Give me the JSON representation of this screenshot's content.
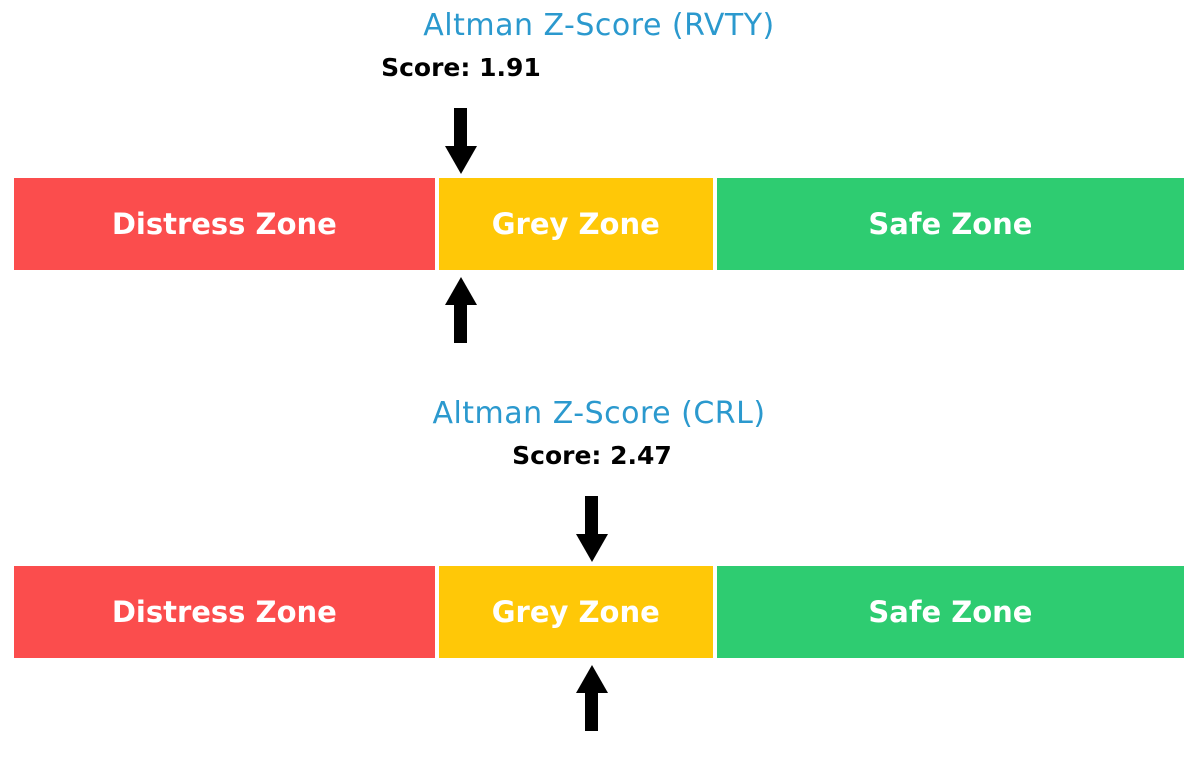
{
  "page": {
    "background": "#ffffff"
  },
  "chart_data": [
    {
      "type": "zone-indicator",
      "title": "Altman Z-Score (RVTY)",
      "title_color": "#2B99CE",
      "score": 1.91,
      "score_label": "Score: 1.91",
      "axis_range": [
        0,
        5
      ],
      "marker_color": "#000000",
      "zones": [
        {
          "label": "Distress Zone",
          "from": 0,
          "to": 1.81,
          "color": "#FB4D4D"
        },
        {
          "label": "Grey Zone",
          "from": 1.81,
          "to": 2.99,
          "color": "#FFC807"
        },
        {
          "label": "Safe Zone",
          "from": 2.99,
          "to": 5,
          "color": "#2ECC71"
        }
      ]
    },
    {
      "type": "zone-indicator",
      "title": "Altman Z-Score (CRL)",
      "title_color": "#2B99CE",
      "score": 2.47,
      "score_label": "Score: 2.47",
      "axis_range": [
        0,
        5
      ],
      "marker_color": "#000000",
      "zones": [
        {
          "label": "Distress Zone",
          "from": 0,
          "to": 1.81,
          "color": "#FB4D4D"
        },
        {
          "label": "Grey Zone",
          "from": 1.81,
          "to": 2.99,
          "color": "#FFC807"
        },
        {
          "label": "Safe Zone",
          "from": 2.99,
          "to": 5,
          "color": "#2ECC71"
        }
      ]
    }
  ]
}
